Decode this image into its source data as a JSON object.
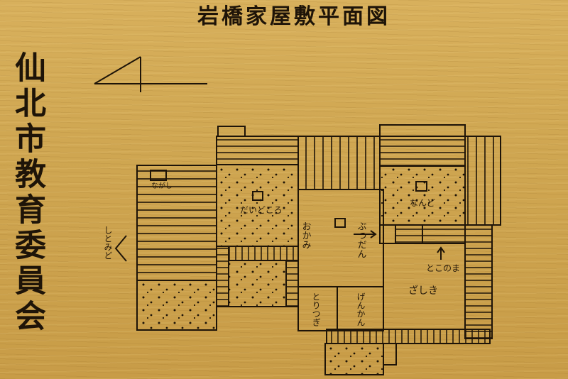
{
  "title": "岩橋家屋敷平面図",
  "organization": "仙北市教育委員会",
  "rooms": {
    "nagashi": "ながし",
    "daidokoro": "だいどころ",
    "nando": "なんど",
    "okami": "おかみ",
    "butsudan": "ぶつだん",
    "shitomido": "しとみど",
    "tokonoma": "とこのま",
    "zashiki": "ざしき",
    "toritsugi": "とりつぎ",
    "genkan": "げんかん"
  },
  "colors": {
    "ink": "#1e1408",
    "wood": "#cfa651"
  },
  "icons": {
    "north_arrow": "north-arrow-icon"
  }
}
